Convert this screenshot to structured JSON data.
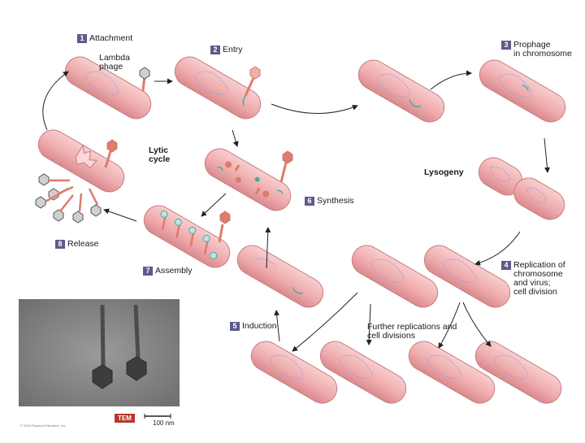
{
  "steps": {
    "s1": {
      "num": "1",
      "text": "Attachment"
    },
    "s2": {
      "num": "2",
      "text": "Entry"
    },
    "s3": {
      "num": "3",
      "text": "Prophage\nin chromosome"
    },
    "s4": {
      "num": "4",
      "text": "Replication of\nchromosome\nand virus;\ncell division"
    },
    "s5": {
      "num": "5",
      "text": "Induction"
    },
    "s6": {
      "num": "6",
      "text": "Synthesis"
    },
    "s7": {
      "num": "7",
      "text": "Assembly"
    },
    "s8": {
      "num": "8",
      "text": "Release"
    }
  },
  "labels": {
    "lambda": "Lambda\nphage",
    "lytic": "Lytic\ncycle",
    "lysogeny": "Lysogeny",
    "further": "Further replications and\ncell divisions"
  },
  "micrograph": {
    "badge": "TEM",
    "scale": "100 nm",
    "credit": "© 2004 Pearson Education, Inc."
  },
  "colors": {
    "cell_fill": "#f2b6b6",
    "cell_stroke": "#c77d80",
    "dna": "#9aa0e0",
    "prophage": "#4aa9a6",
    "phage": "#e07a6a",
    "arrow": "#222222"
  }
}
